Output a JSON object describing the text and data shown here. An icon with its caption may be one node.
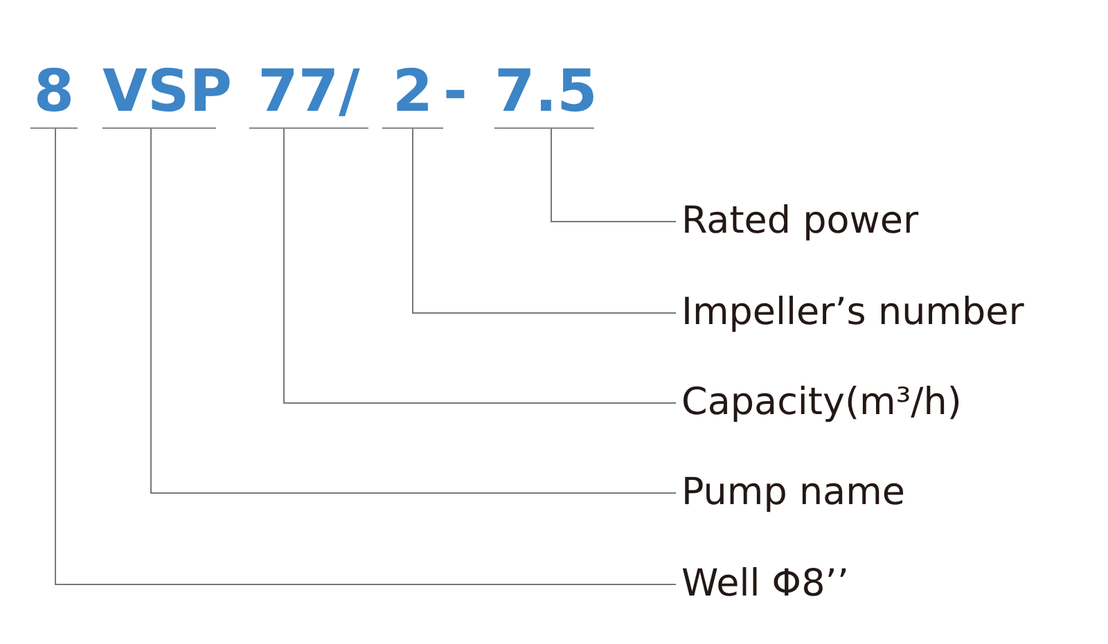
{
  "diagram": {
    "nodes": [
      {
        "text": [
          "8"
        ]
      },
      {
        "text": [
          "VSP"
        ]
      },
      {
        "text": [
          "77/"
        ]
      },
      {
        "text": [
          "2"
        ]
      },
      {
        "text": [
          "7.5"
        ]
      },
      {
        "text": [
          "Rated power"
        ]
      },
      {
        "text": [
          "Impeller’s number"
        ]
      },
      {
        "text": [
          "Capacity(m³/h)"
        ]
      },
      {
        "text": [
          "Pump name"
        ]
      },
      {
        "text": [
          "Well Φ8’’"
        ]
      }
    ],
    "edges": [
      {
        "from": 5,
        "to": 4,
        "arrow": "none"
      },
      {
        "from": 6,
        "to": 3,
        "arrow": "none"
      },
      {
        "from": 7,
        "to": 2,
        "arrow": "none"
      },
      {
        "from": 8,
        "to": 1,
        "arrow": "none"
      },
      {
        "from": 9,
        "to": 0,
        "arrow": "none"
      }
    ],
    "labels": [
      "-"
    ]
  }
}
